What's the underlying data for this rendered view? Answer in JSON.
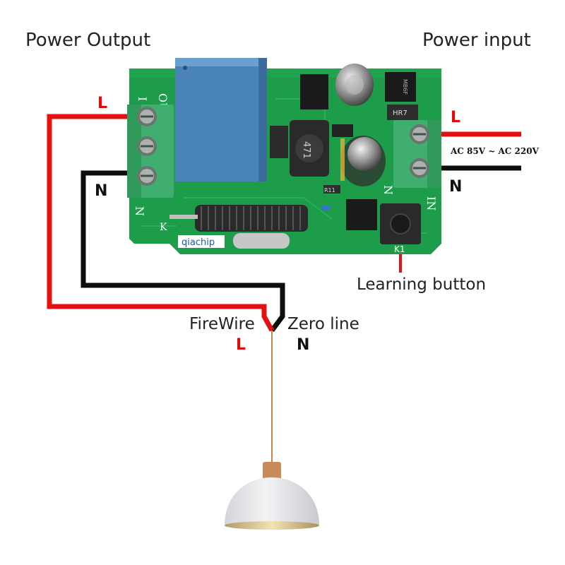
{
  "labels": {
    "power_output": "Power Output",
    "power_input": "Power input",
    "voltage": "AC 85V ~ AC 220V",
    "learning_button": "Learning button",
    "firewire": "FireWire",
    "zero_line": "Zero line",
    "live": "L",
    "neutral": "N"
  },
  "board": {
    "brand": "qiachip",
    "out_label": "OUT",
    "in_label": "IN",
    "button_ref": "K1",
    "inductor_code": "471",
    "resistor_code": "HR7",
    "chip_code": "MB6F",
    "small_res_code": "R11",
    "antenna_label": "K",
    "pin_l": "L",
    "pin_n": "N"
  },
  "colors": {
    "pcb": "#1d9c4a",
    "terminal": "#3fae6e",
    "relay": "#4a83b8",
    "wire_live": "#e51010",
    "wire_neutral": "#0d0d0d",
    "lamp_shade": "#e9e9ec",
    "lamp_cap": "#c98a5a",
    "cord": "#c9824a"
  }
}
